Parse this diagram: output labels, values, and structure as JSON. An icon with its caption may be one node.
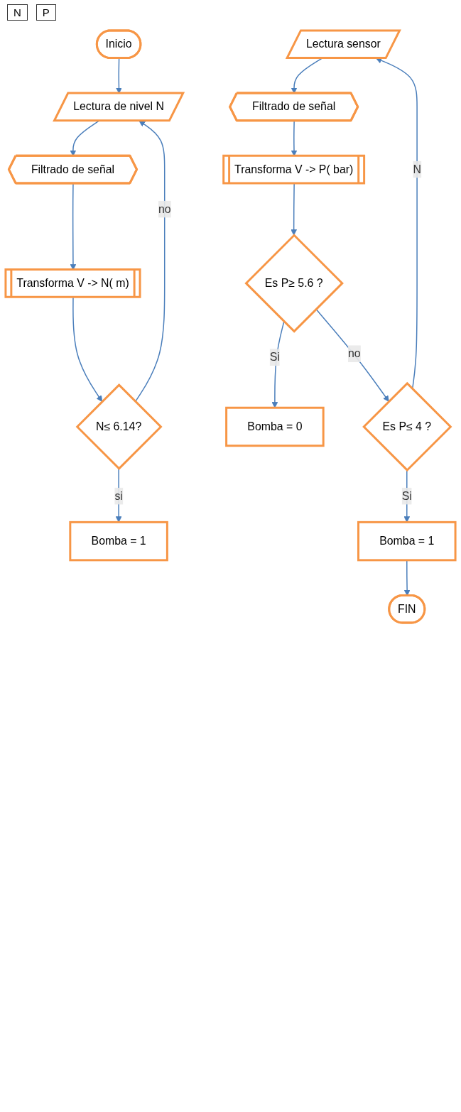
{
  "diagram": {
    "nodes": [
      {
        "text": [
          "Inicio"
        ]
      },
      {
        "text": [
          "Lectura de nivel N"
        ]
      },
      {
        "text": [
          "Filtrado de señal"
        ]
      },
      {
        "text": [
          "Transforma V -> N( m)"
        ]
      },
      {
        "text": [
          "N≤ 6.14?"
        ]
      },
      {
        "text": [
          "Bomba = 1"
        ]
      },
      {
        "text": [
          "Lectura sensor"
        ]
      },
      {
        "text": [
          "Filtrado de señal"
        ]
      },
      {
        "text": [
          "Transforma V -> P( bar)"
        ]
      },
      {
        "text": [
          "Es P≥ 5.6 ?"
        ]
      },
      {
        "text": [
          "Bomba = 0"
        ]
      },
      {
        "text": [
          "Es P≤ 4 ?"
        ]
      },
      {
        "text": [
          "Bomba = 1"
        ]
      },
      {
        "text": [
          "FIN"
        ]
      }
    ],
    "edges": [
      {
        "from": 0,
        "to": 1,
        "arrow": "to"
      },
      {
        "from": 1,
        "to": 2,
        "arrow": "to"
      },
      {
        "from": 2,
        "to": 3,
        "arrow": "to"
      },
      {
        "from": 3,
        "to": 4,
        "arrow": "to"
      },
      {
        "from": 4,
        "to": 1,
        "arrow": "to",
        "label": "no"
      },
      {
        "from": 4,
        "to": 5,
        "arrow": "to",
        "label": "si"
      },
      {
        "from": 6,
        "to": 7,
        "arrow": "to"
      },
      {
        "from": 7,
        "to": 8,
        "arrow": "to"
      },
      {
        "from": 8,
        "to": 9,
        "arrow": "to"
      },
      {
        "from": 9,
        "to": 10,
        "arrow": "to",
        "label": "Si"
      },
      {
        "from": 9,
        "to": 11,
        "arrow": "to",
        "label": "no"
      },
      {
        "from": 11,
        "to": 6,
        "arrow": "to",
        "label": "N"
      },
      {
        "from": 11,
        "to": 12,
        "arrow": "to",
        "label": "Si"
      },
      {
        "from": 12,
        "to": 13,
        "arrow": "to"
      }
    ],
    "labels": [
      "N",
      "P"
    ]
  }
}
